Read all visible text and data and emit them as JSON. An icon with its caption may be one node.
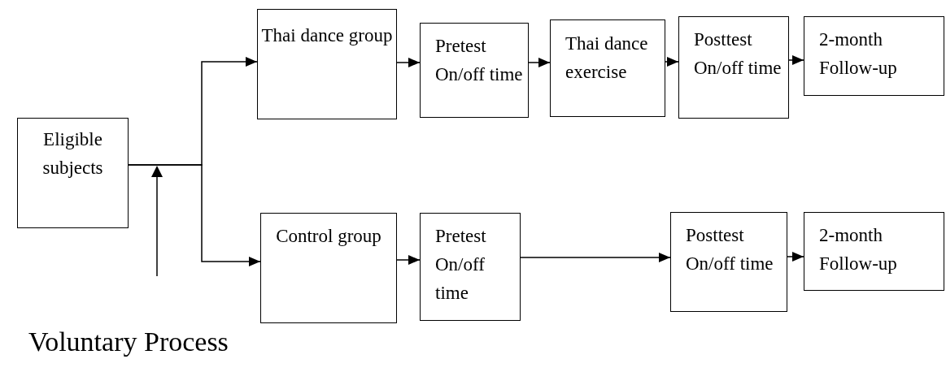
{
  "diagram": {
    "nodes": [
      {
        "text": [
          "Eligible subjects"
        ]
      },
      {
        "text": [
          "Thai dance group"
        ]
      },
      {
        "text": [
          "Pretest On/off time"
        ]
      },
      {
        "text": [
          "Thai dance exercise"
        ]
      },
      {
        "text": [
          "Posttest On/off time"
        ]
      },
      {
        "text": [
          "2-month Follow-up"
        ]
      },
      {
        "text": [
          "Control group"
        ]
      },
      {
        "text": [
          "Pretest On/off time"
        ]
      },
      {
        "text": [
          "Posttest On/off time"
        ]
      },
      {
        "text": [
          "2-month Follow-up"
        ]
      }
    ],
    "edges": [
      {
        "from": 0,
        "to": 1,
        "arrow": "to"
      },
      {
        "from": 0,
        "to": 6,
        "arrow": "to"
      },
      {
        "from": 1,
        "to": 2,
        "arrow": "to"
      },
      {
        "from": 2,
        "to": 3,
        "arrow": "to"
      },
      {
        "from": 3,
        "to": 4,
        "arrow": "to"
      },
      {
        "from": 4,
        "to": 5,
        "arrow": "to"
      },
      {
        "from": 6,
        "to": 7,
        "arrow": "to"
      },
      {
        "from": 7,
        "to": 8,
        "arrow": "to"
      },
      {
        "from": 8,
        "to": 9,
        "arrow": "to"
      }
    ],
    "labels": [
      "Voluntary Process"
    ]
  }
}
